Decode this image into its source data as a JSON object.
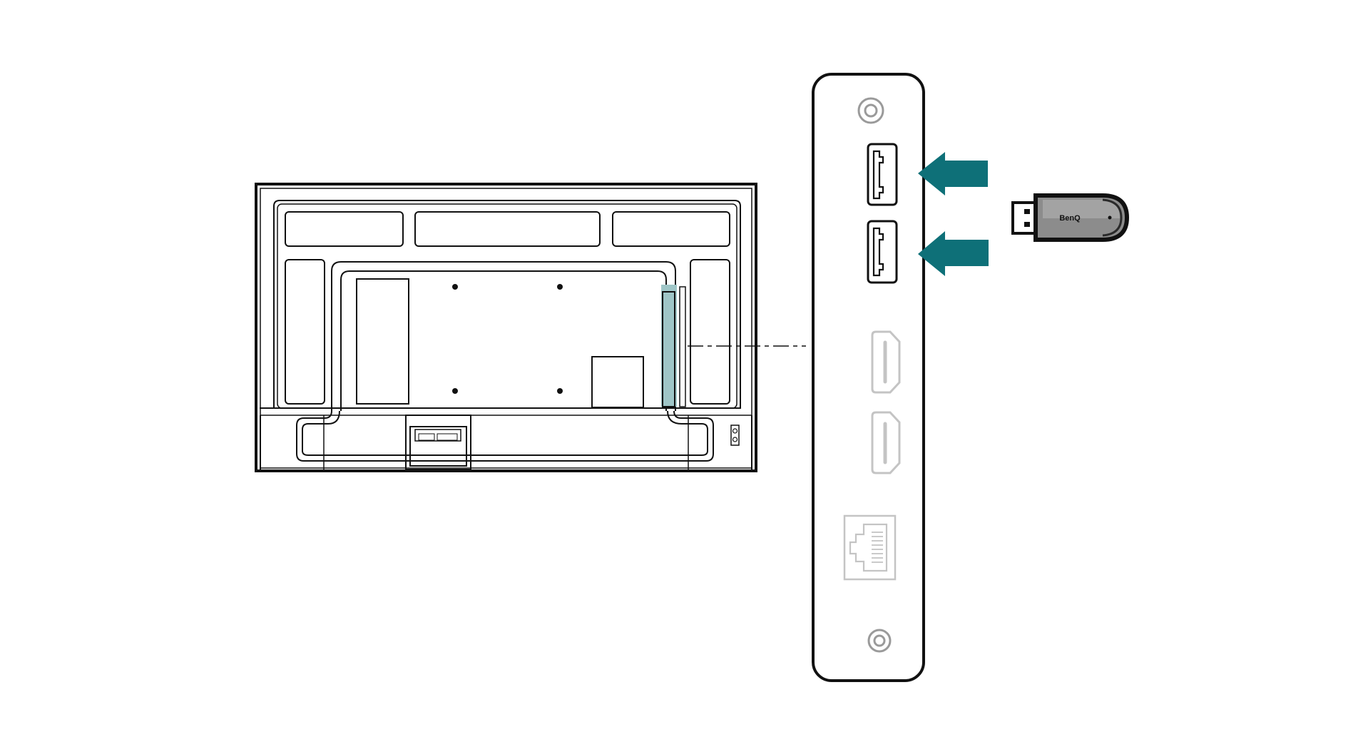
{
  "colors": {
    "line": "#111111",
    "accent": "#0e7078",
    "highlight": "#9fc6c7",
    "faded": "#bdbdbd",
    "dongle_body": "#8c8c8c",
    "background": "#ffffff"
  },
  "display_rear": {
    "vesa_holes": 4
  },
  "io_panel": {
    "usb_ports": 2,
    "hdmi_ports": 2,
    "lan_ports": 1
  },
  "dongle": {
    "brand": "BenQ",
    "icon": "usb-dongle-icon"
  },
  "arrows": {
    "count": 2,
    "icon": "arrow-left-icon"
  }
}
